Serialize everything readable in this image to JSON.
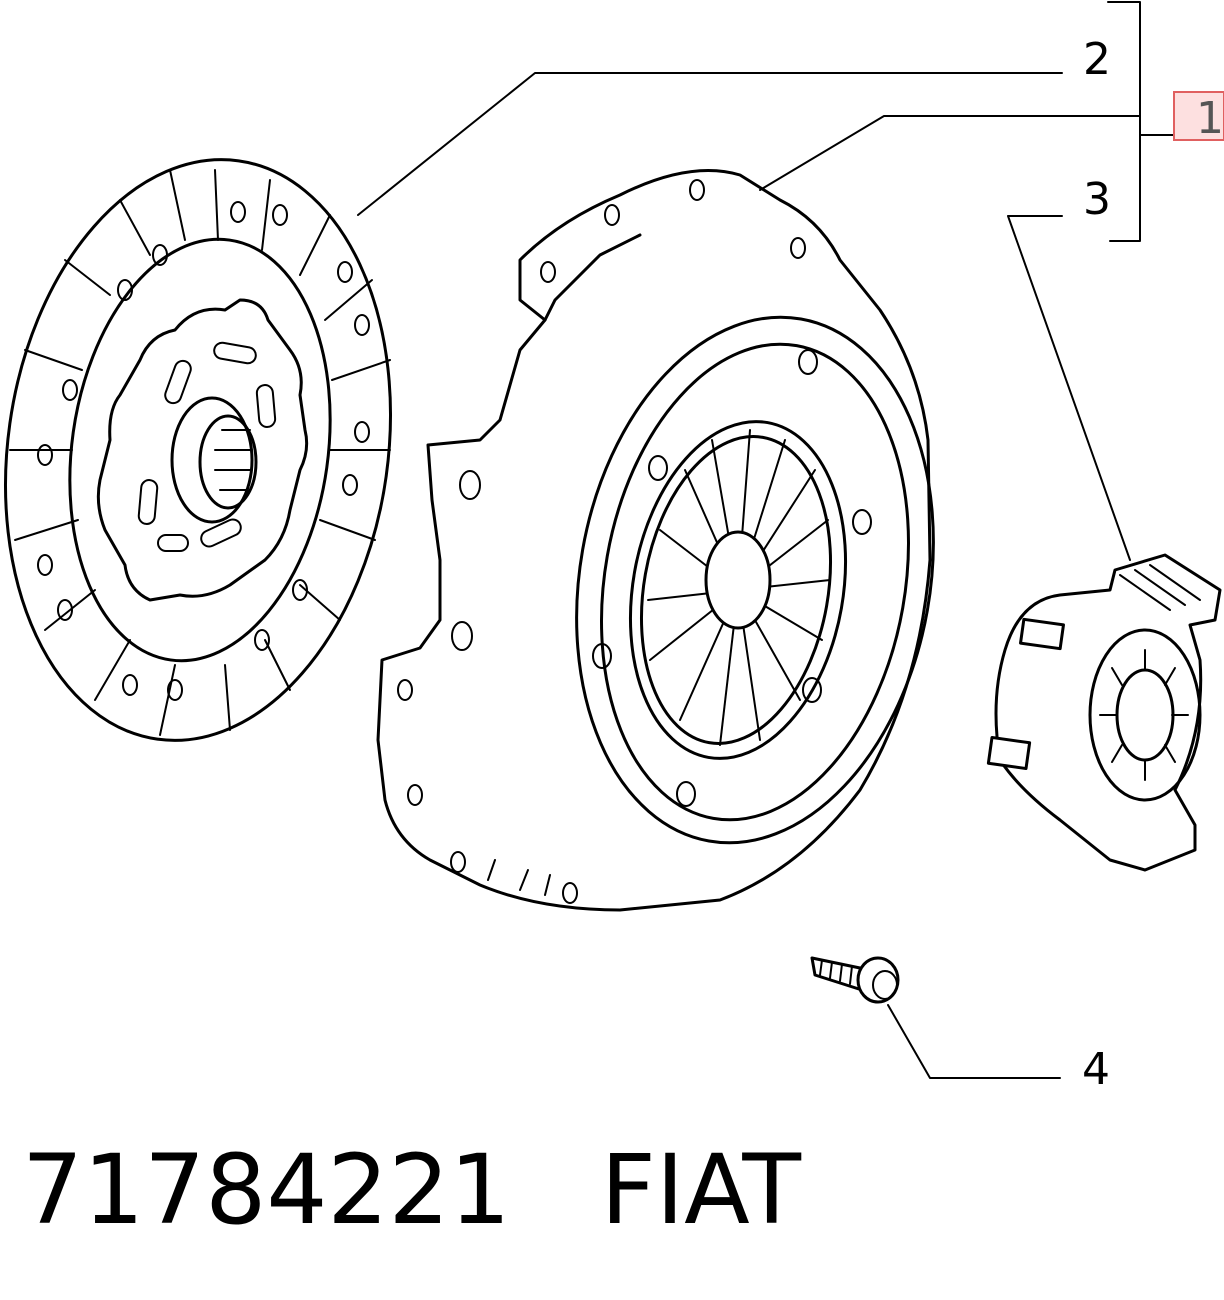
{
  "callouts": {
    "c1": "1",
    "c2": "2",
    "c3": "3",
    "c4": "4"
  },
  "footer": {
    "part_number": "71784221",
    "brand": "FIAT"
  },
  "colors": {
    "line": "#000000",
    "highlight_fill": "#fde0e0",
    "highlight_stroke": "#e06060"
  }
}
